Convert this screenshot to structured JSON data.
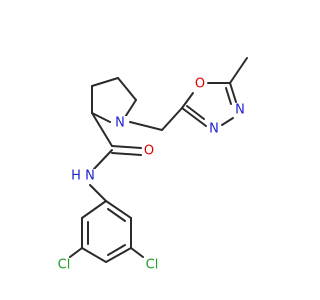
{
  "colors": {
    "bond": "#2b2b2b",
    "nitrogen": "#1f1fd6",
    "oxygen": "#e00000",
    "chlorine": "#1f9e1f",
    "carbon": "#2b2b2b"
  },
  "atoms": {
    "n_pyrrolidine": "N",
    "o_oxadiazole": "O",
    "n_oxadiazole_3": "N",
    "n_oxadiazole_4": "N",
    "o_carbonyl": "O",
    "n_amide": "N",
    "h_amide": "H",
    "cl_left": "Cl",
    "cl_right": "Cl"
  }
}
